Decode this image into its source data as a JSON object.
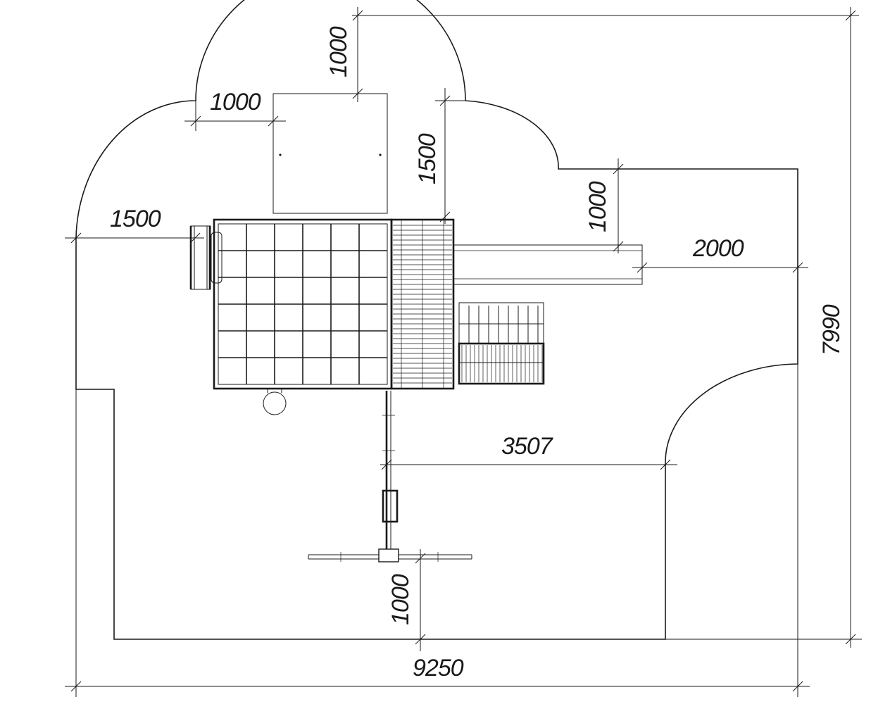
{
  "dimensions": {
    "top_bump_height": "1000",
    "top_bump_offset": "1000",
    "slide_offset": "1500",
    "left_bulge": "1500",
    "right_step": "1000",
    "ramp_length": "2000",
    "overall_height": "7990",
    "swing_offset": "3507",
    "bottom_clearance": "1000",
    "overall_width": "9250"
  }
}
